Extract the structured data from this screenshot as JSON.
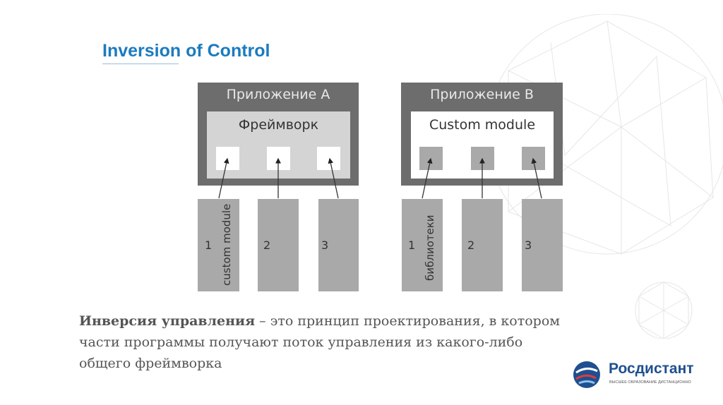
{
  "title": "Inversion of Control",
  "diagram": {
    "app_a": {
      "title": "Приложение A",
      "inner": "Фреймворк",
      "columns": [
        "1",
        "2",
        "3"
      ],
      "vertical_label": "custom module"
    },
    "app_b": {
      "title": "Приложение B",
      "inner": "Custom module",
      "columns": [
        "1",
        "2",
        "3"
      ],
      "vertical_label": "библиотеки"
    }
  },
  "body": {
    "term": "Инверсия управления",
    "definition": " – это принцип проектирования, в котором части программы получают поток управления из какого-либо общего фреймворка"
  },
  "logo": {
    "name": "Росдистант",
    "tagline": "ВЫСШЕЕ ОБРАЗОВАНИЕ ДИСТАНЦИОННО"
  },
  "colors": {
    "accent": "#1b7bbf",
    "dark_box": "#6d6d6d",
    "light_box": "#a9a9a9"
  }
}
